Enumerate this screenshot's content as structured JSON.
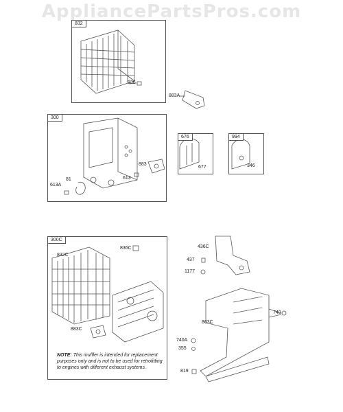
{
  "watermark": "AppliancePartsPros.com",
  "boxes": {
    "b832": "832",
    "b300": "300",
    "b676": "676",
    "b994": "994",
    "b300c": "300C"
  },
  "labels": {
    "p836": "836",
    "p883a": "883A",
    "p883": "883",
    "p81": "81",
    "p613a": "613A",
    "p613": "613",
    "p677": "677",
    "p346": "346",
    "p832c": "832C",
    "p836c": "836C",
    "p883c": "883C",
    "p436c": "436C",
    "p437": "437",
    "p1177": "1177",
    "p740": "740",
    "p863c": "863C",
    "p740a": "740A",
    "p355": "355",
    "p819": "819"
  },
  "note": {
    "heading": "NOTE:",
    "text": "This muffler is intended for replacement purposes only and is not to be used for retrofitting to engines with different exhaust systems."
  }
}
